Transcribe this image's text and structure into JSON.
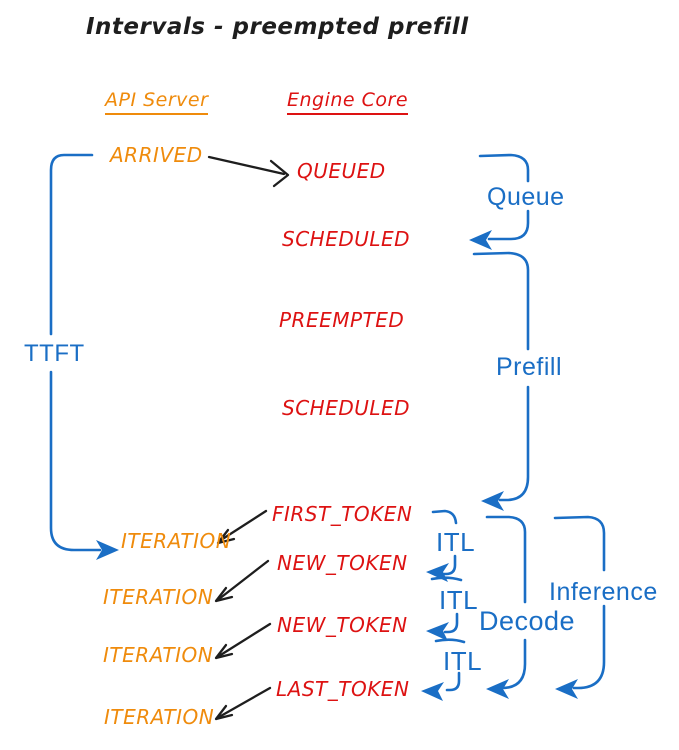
{
  "title": "Intervals - preempted prefill",
  "columns": {
    "api_server": {
      "label": "API Server"
    },
    "engine_core": {
      "label": "Engine Core"
    }
  },
  "events": {
    "api": [
      {
        "label": "ARRIVED"
      },
      {
        "label": "ITERATION"
      },
      {
        "label": "ITERATION"
      },
      {
        "label": "ITERATION"
      },
      {
        "label": "ITERATION"
      }
    ],
    "engine": [
      {
        "label": "QUEUED"
      },
      {
        "label": "SCHEDULED"
      },
      {
        "label": "PREEMPTED"
      },
      {
        "label": "SCHEDULED"
      },
      {
        "label": "FIRST_TOKEN"
      },
      {
        "label": "NEW_TOKEN"
      },
      {
        "label": "NEW_TOKEN"
      },
      {
        "label": "LAST_TOKEN"
      }
    ]
  },
  "intervals": {
    "ttft": {
      "label": "TTFT"
    },
    "queue": {
      "label": "Queue"
    },
    "prefill": {
      "label": "Prefill"
    },
    "itl": [
      {
        "label": "ITL"
      },
      {
        "label": "ITL"
      },
      {
        "label": "ITL"
      }
    ],
    "decode": {
      "label": "Decode"
    },
    "inference": {
      "label": "Inference"
    }
  },
  "colors": {
    "api": "#ef8b0c",
    "engine": "#dd1212",
    "interval": "#1a6ec5",
    "annotation": "#1e1e1e"
  }
}
